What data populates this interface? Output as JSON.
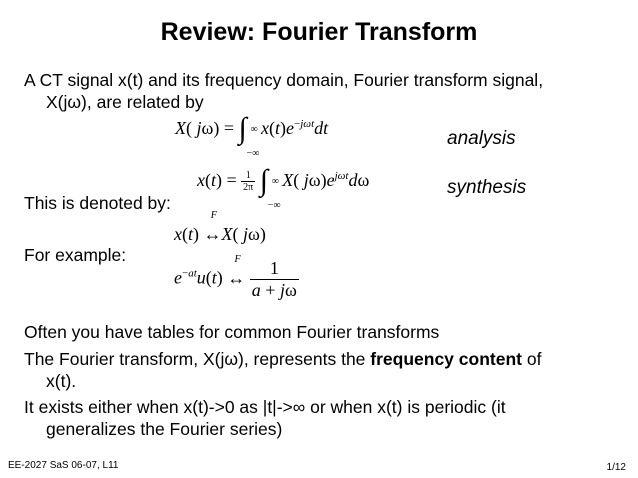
{
  "slide": {
    "title": "Review: Fourier Transform",
    "intro_line1": "A CT signal x(t) and its frequency domain, Fourier transform signal,",
    "intro_line2": "X(jω), are related by",
    "analysis_label": "analysis",
    "synthesis_label": "synthesis",
    "denoted_text": "This is denoted by:",
    "example_text": "For example:",
    "bullet_tables": "Often you have tables for common Fourier transforms",
    "bullet_content_pre": "The Fourier transform, X(jω), represents the ",
    "bullet_content_bold": "frequency content",
    "bullet_content_post": " of",
    "bullet_content_line2": "x(t).",
    "bullet_exists_line1": "It exists either when x(t)->0 as |t|->∞ or when x(t) is periodic (it",
    "bullet_exists_line2": "generalizes the Fourier series)"
  },
  "equations": {
    "analysis": "X(jω) = ∫_{−∞}^{∞} x(t) e^{−jωt} dt",
    "synthesis": "x(t) = 1/(2π) ∫_{−∞}^{∞} X(jω) e^{jωt} dω",
    "pair": "x(t) ↔F X(jω)",
    "example": "e^{−at} u(t) ↔F 1/(a + jω)"
  },
  "footer": {
    "course": "EE-2027 SaS 06-07, L11",
    "page": "1/12"
  }
}
